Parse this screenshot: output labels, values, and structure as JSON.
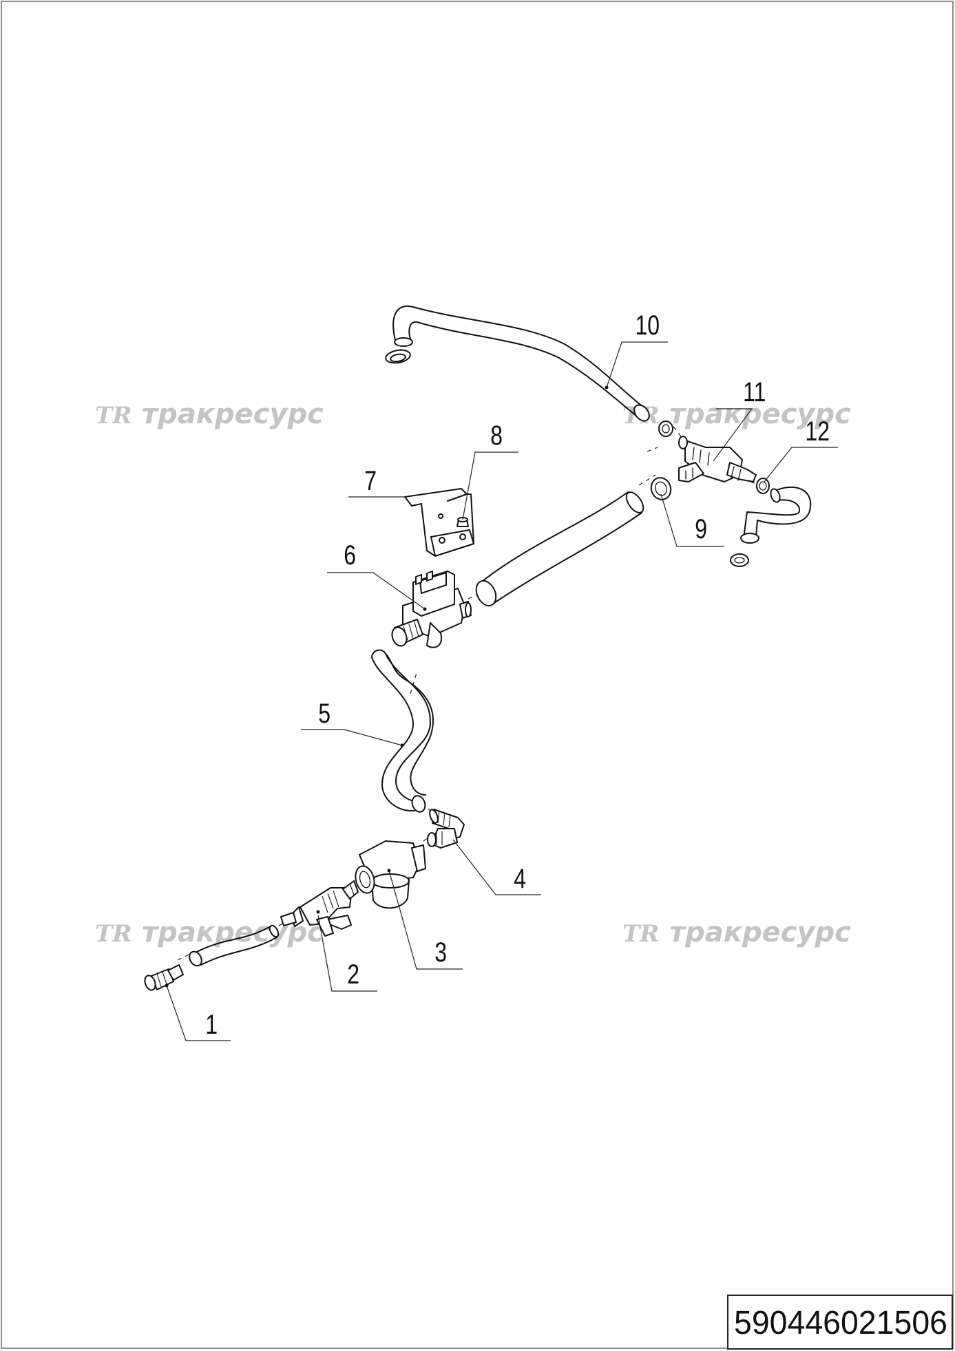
{
  "drawing": {
    "document_code": "590446021506",
    "watermark": {
      "logo": "TR",
      "text": "тракресурс"
    },
    "callouts": [
      "1",
      "2",
      "3",
      "4",
      "5",
      "6",
      "7",
      "8",
      "9",
      "10",
      "11",
      "12"
    ]
  }
}
